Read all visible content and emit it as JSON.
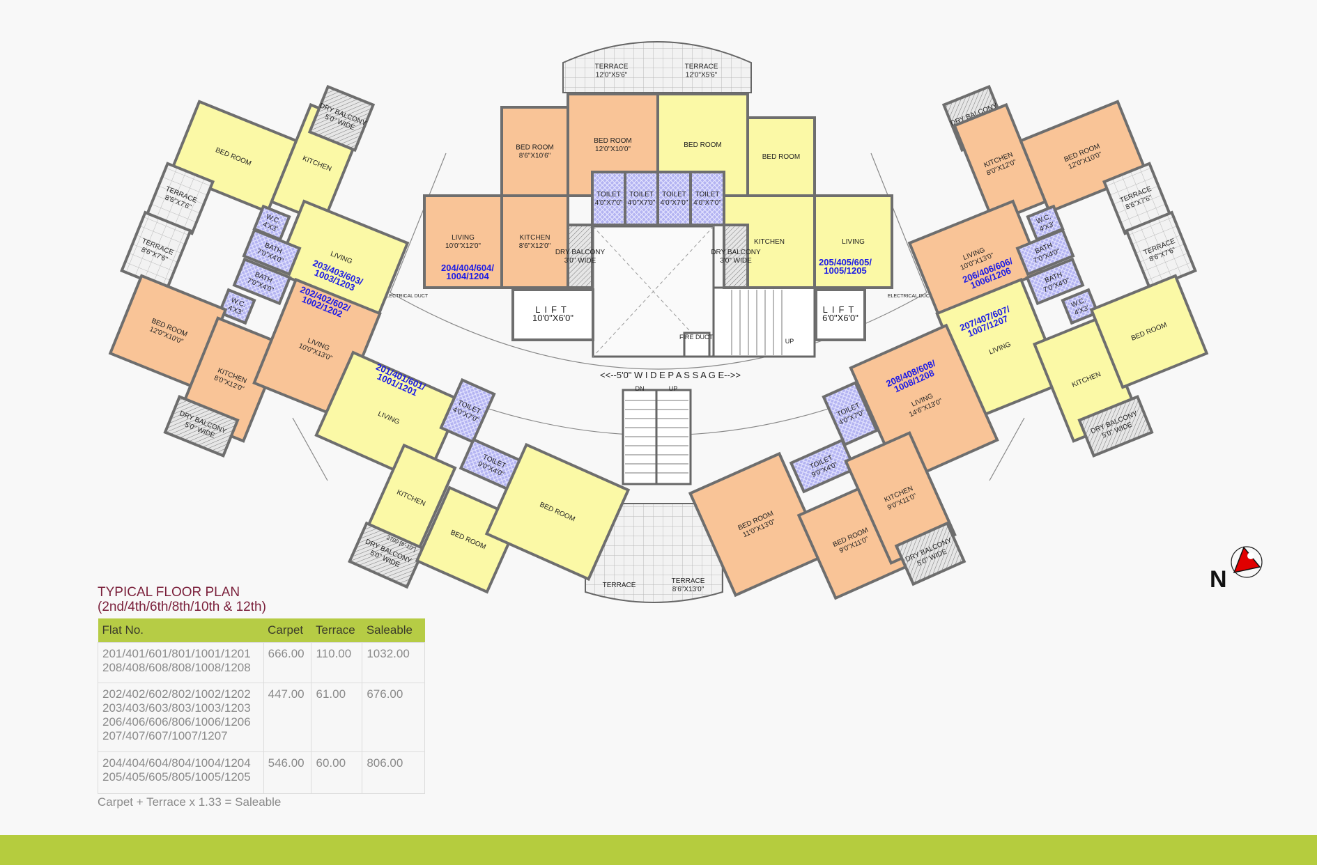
{
  "title": {
    "line1": "TYPICAL FLOOR PLAN",
    "line2": "(2nd/4th/6th/8th/10th & 12th)"
  },
  "table": {
    "headers": [
      "Flat No.",
      "Carpet",
      "Terrace",
      "Saleable"
    ],
    "rows": [
      {
        "flats": [
          "201/401/601/801/1001/1201",
          "208/408/608/808/1008/1208"
        ],
        "carpet": "666.00",
        "terrace": "110.00",
        "saleable": "1032.00"
      },
      {
        "flats": [
          "202/402/602/802/1002/1202",
          "203/403/603/803/1003/1203",
          "206/406/606/806/1006/1206",
          "207/407/607/1007/1207"
        ],
        "carpet": "447.00",
        "terrace": "61.00",
        "saleable": "676.00"
      },
      {
        "flats": [
          "204/404/604/804/1004/1204",
          "205/405/605/805/1005/1205"
        ],
        "carpet": "546.00",
        "terrace": "60.00",
        "saleable": "806.00"
      }
    ],
    "note": "Carpet + Terrace x 1.33 = Saleable"
  },
  "compass": {
    "label": "N",
    "icon": "north-arrow-icon",
    "color": "#e00000"
  },
  "colors": {
    "orange_unit": "#f9c497",
    "yellow_unit": "#fbf9a6",
    "toilet": "#b4b4f2",
    "wall": "#6e6e6e",
    "unit_number": "#1a1ae6",
    "accent_bar": "#b5cc3e",
    "title": "#7a1f3a"
  },
  "plan": {
    "units": [
      {
        "number": [
          "203/403/603/",
          "1003/1203"
        ],
        "rooms": [
          {
            "name": "BED ROOM",
            "size": ""
          },
          {
            "name": "KITCHEN",
            "size": ""
          },
          {
            "name": "DRY BALCONY",
            "size": "5'0\" WIDE"
          },
          {
            "name": "LIVING",
            "size": ""
          },
          {
            "name": "W.C.",
            "size": "4'X3'"
          },
          {
            "name": "BATH",
            "size": "7'0\"X4'0\""
          },
          {
            "name": "BATH",
            "size": "7'0\"X4'0\""
          },
          {
            "name": "W.C.",
            "size": "4'X3'"
          },
          {
            "name": "TERRACE",
            "size": "8'6\"X7'6\""
          },
          {
            "name": "TERRACE",
            "size": "8'6\"X7'6\""
          }
        ]
      },
      {
        "number": [
          "202/402/602/",
          "1002/1202"
        ],
        "rooms": [
          {
            "name": "BED ROOM",
            "size": "12'0\"X10'0\""
          },
          {
            "name": "KITCHEN",
            "size": "8'0\"X12'0\""
          },
          {
            "name": "LIVING",
            "size": "10'0\"X13'0\""
          },
          {
            "name": "DRY BALCONY",
            "size": "5'0\" WIDE"
          }
        ]
      },
      {
        "number": [
          "206/406/606/",
          "1006/1206"
        ],
        "rooms": [
          {
            "name": "DRY BALCONY",
            "size": "5'0\" WIDE"
          },
          {
            "name": "KITCHEN",
            "size": "8'0\"X12'0\""
          },
          {
            "name": "BED ROOM",
            "size": "12'0\"X10'0\""
          },
          {
            "name": "LIVING",
            "size": "10'0\"X13'0\""
          },
          {
            "name": "W.C.",
            "size": "4'X3'"
          },
          {
            "name": "BATH",
            "size": "7'0\"X4'0\""
          },
          {
            "name": "BATH",
            "size": "7'0\"X4'0\""
          },
          {
            "name": "W.C.",
            "size": "4'X3'"
          },
          {
            "name": "TERRACE",
            "size": "8'6\"X7'6\""
          },
          {
            "name": "TERRACE",
            "size": "8'6\"X7'6\""
          }
        ]
      },
      {
        "number": [
          "207/407/607/",
          "1007/1207"
        ],
        "rooms": [
          {
            "name": "LIVING",
            "size": ""
          },
          {
            "name": "KITCHEN",
            "size": ""
          },
          {
            "name": "BED ROOM",
            "size": ""
          },
          {
            "name": "DRY BALCONY",
            "size": "5'0\" WIDE"
          }
        ]
      },
      {
        "number": [
          "201/401/601/",
          "1001/1201"
        ],
        "rooms": [
          {
            "name": "LIVING",
            "size": ""
          },
          {
            "name": "TOILET",
            "size": "4'0\"X7'0\""
          },
          {
            "name": "TOILET",
            "size": "9'0\"X4'0\""
          },
          {
            "name": "KITCHEN",
            "size": ""
          },
          {
            "name": "DRY BALCONY",
            "size": "5'0\" WIDE"
          },
          {
            "name": "BED ROOM",
            "size": ""
          },
          {
            "name": "BED ROOM",
            "size": ""
          },
          {
            "name": "2700 [8'-10\"]",
            "size": ""
          }
        ]
      },
      {
        "number": [
          "208/408/608/",
          "1008/1208"
        ],
        "rooms": [
          {
            "name": "LIVING",
            "size": "14'6\"X13'0\""
          },
          {
            "name": "TOILET",
            "size": "4'0\"X7'0\""
          },
          {
            "name": "TOILET",
            "size": "9'0\"X4'0\""
          },
          {
            "name": "BED ROOM",
            "size": "11'0\"X13'0\""
          },
          {
            "name": "BED ROOM",
            "size": "9'0\"X11'0\""
          },
          {
            "name": "KITCHEN",
            "size": "9'0\"X11'0\""
          },
          {
            "name": "DRY BALCONY",
            "size": "5'0\" WIDE"
          }
        ]
      }
    ],
    "core": {
      "unit_numbers": [
        [
          "204/404/604/",
          "1004/1204"
        ],
        [
          "205/405/605/",
          "1005/1205"
        ]
      ],
      "rooms": [
        {
          "name": "TERRACE",
          "size": "12'0\"X5'6\""
        },
        {
          "name": "TERRACE",
          "size": "12'0\"X5'6\""
        },
        {
          "name": "BED ROOM",
          "size": "12'0\"X10'0\""
        },
        {
          "name": "BED ROOM",
          "size": "8'6\"X10'6\""
        },
        {
          "name": "LIVING",
          "size": "10'0\"X12'0\""
        },
        {
          "name": "KITCHEN",
          "size": "8'6\"X12'0\""
        },
        {
          "name": "BED ROOM",
          "size": ""
        },
        {
          "name": "BED ROOM",
          "size": ""
        },
        {
          "name": "KITCHEN",
          "size": ""
        },
        {
          "name": "LIVING",
          "size": ""
        },
        {
          "name": "DRY BALCONY",
          "size": "3'0\" WIDE"
        },
        {
          "name": "DRY BALCONY",
          "size": "3'0\" WIDE"
        },
        {
          "name": "TOILET",
          "size": "4'0\"X7'0\""
        },
        {
          "name": "TOILET",
          "size": "4'0\"X7'0\""
        },
        {
          "name": "TOILET",
          "size": "4'0\"X7'0\""
        },
        {
          "name": "TOILET",
          "size": "4'0\"X7'0\""
        },
        {
          "name": "LIFT",
          "size": "10'0\"X6'0\""
        },
        {
          "name": "LIFT",
          "size": "6'0\"X6'0\""
        },
        {
          "name": "TERRACE",
          "size": ""
        },
        {
          "name": "TERRACE",
          "size": "8'6\"X13'0\""
        }
      ],
      "labels": {
        "fire_duct": "FIRE DUCT",
        "stair_up": "UP",
        "lower_dn": "DN",
        "lower_up": "UP",
        "electrical_duct": "ELECTRICAL DUCT",
        "passage": "<<--5'0\" W I D E   P A S S A G E-->>"
      }
    }
  }
}
